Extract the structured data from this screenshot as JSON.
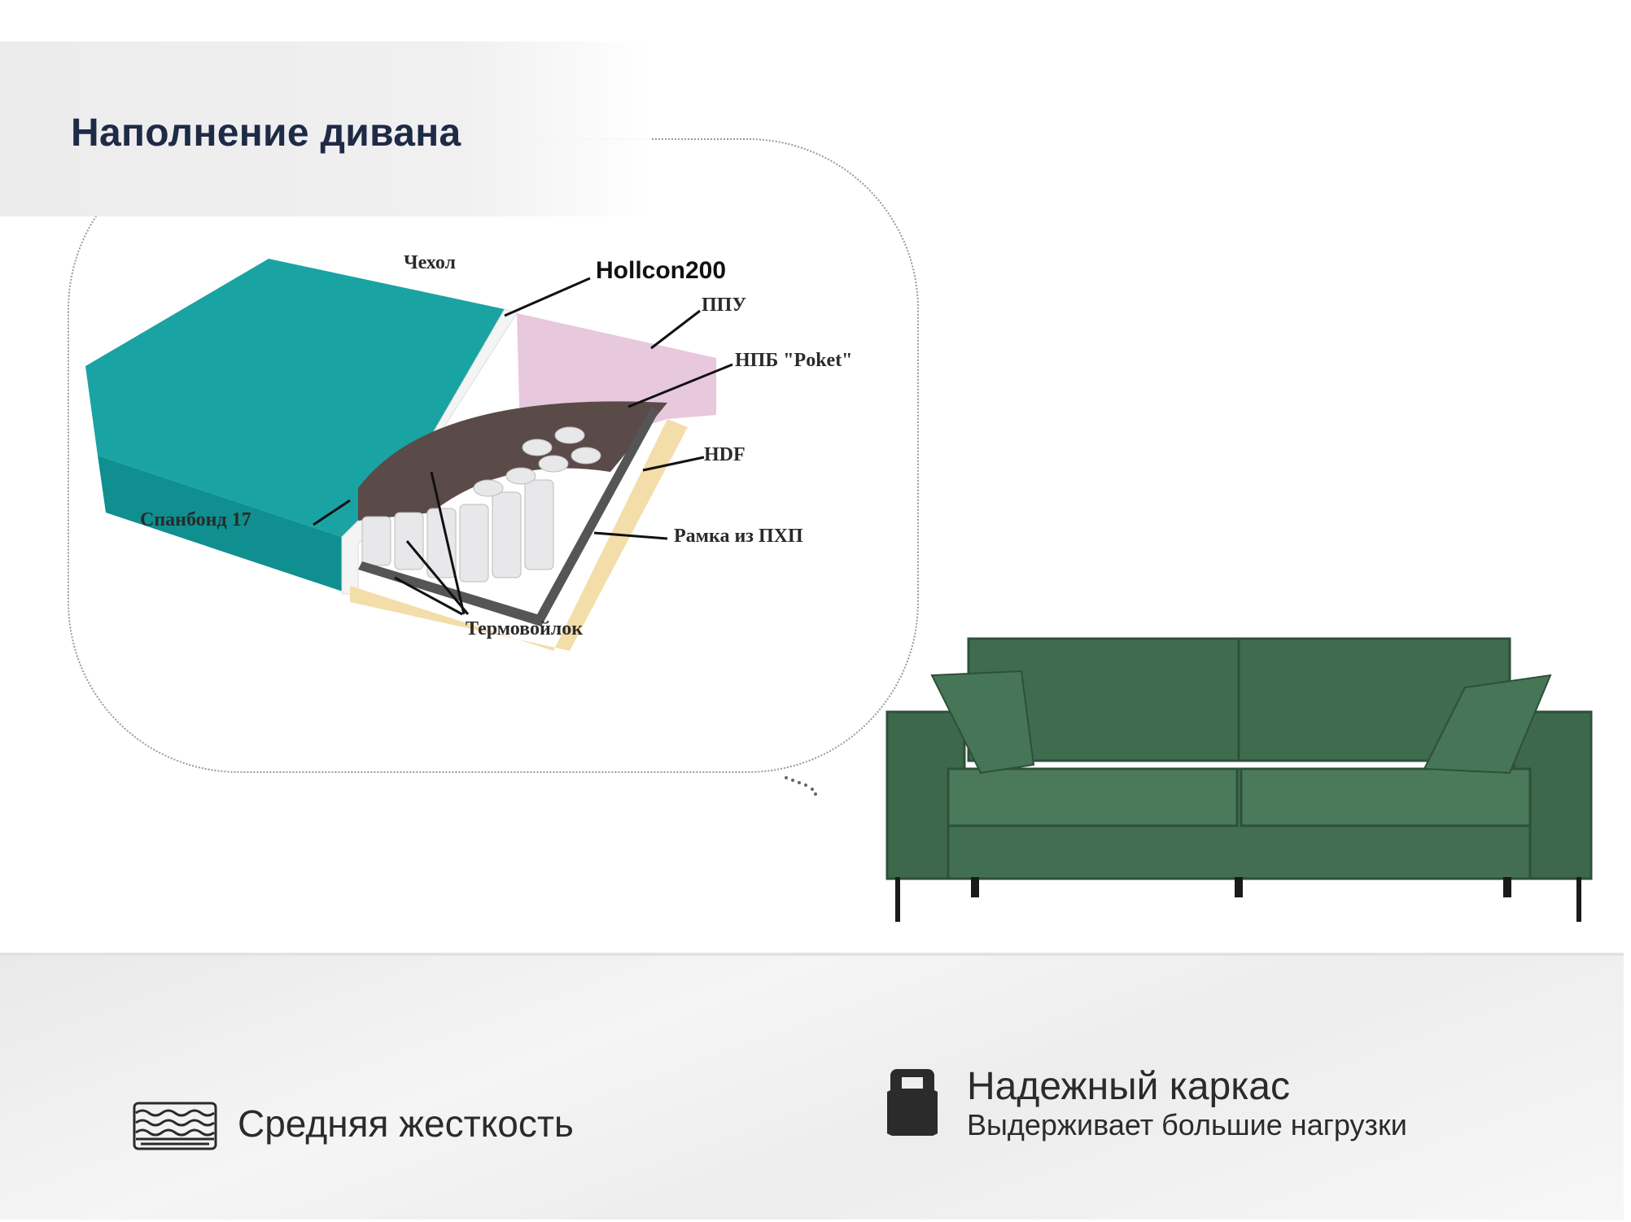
{
  "header": {
    "title": "Наполнение дивана"
  },
  "diagram": {
    "labels": {
      "cover": "Чехол",
      "hollcon": "Hollcon200",
      "ppu": "ППУ",
      "npb": "НПБ \"Poket\"",
      "hdf": "HDF",
      "spanbond": "Спанбонд 17",
      "frame": "Рамка из ПХП",
      "thermofelt": "Термовойлок"
    },
    "colors": {
      "fabric": "#1aa3a3",
      "foam": "#e8c8dc",
      "felt": "#5a4a48",
      "wood": "#f3deaa"
    }
  },
  "features": [
    {
      "icon": "mattress-icon",
      "title": "Средняя жесткость"
    },
    {
      "icon": "kettlebell-icon",
      "title": "Надежный каркас",
      "subtitle": "Выдерживает большие нагрузки"
    }
  ],
  "colors": {
    "title": "#1e2b47",
    "sofa": "#3f6b4e"
  }
}
